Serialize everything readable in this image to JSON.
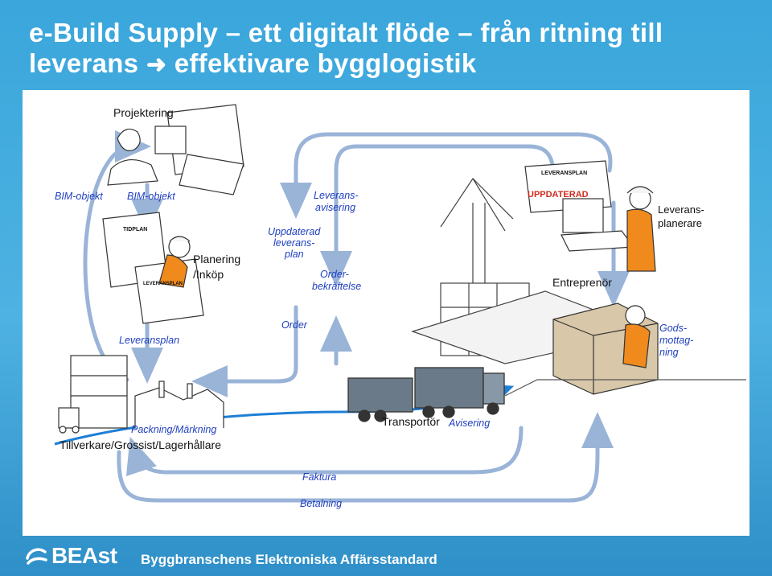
{
  "slide": {
    "title_line1": "e-Build Supply – ett digitalt flöde – från ritning till",
    "title_line2_a": "leverans",
    "title_line2_b": "effektivare bygglogistik",
    "title_arrow_icon": "right-arrow-icon"
  },
  "diagram": {
    "roles": {
      "projektering": "Projektering",
      "planering": "Planering\n/Inköp",
      "planering_1": "Planering",
      "planering_2": "/Inköp",
      "entreprenor": "Entreprenör",
      "leveransplanerare_1": "Leverans-",
      "leveransplanerare_2": "planerare",
      "tillverkare": "Tillverkare/Grossist/Lagerhållare",
      "transportor": "Transportör"
    },
    "flows": {
      "bim_objekt_1": "BIM-objekt",
      "bim_objekt_2": "BIM-objekt",
      "leveransplan": "Leveransplan",
      "leveransavisering_1": "Leverans-",
      "leveransavisering_2": "avisering",
      "uppdaterad_1": "Uppdaterad",
      "uppdaterad_2": "leverans-",
      "uppdaterad_3": "plan",
      "orderbekraftelse_1": "Order-",
      "orderbekraftelse_2": "bekräftelse",
      "order": "Order",
      "packning": "Packning/Märkning",
      "avisering": "Avisering",
      "godsmottagning_1": "Gods-",
      "godsmottagning_2": "mottag-",
      "godsmottagning_3": "ning",
      "faktura": "Faktura",
      "betalning": "Betalning"
    },
    "documents": {
      "tidplan": "TIDPLAN",
      "leveransplan_doc": "LEVERANSPLAN",
      "leveransplan_doc2": "LEVERANSPLAN",
      "uppdaterad_stamp": "UPPDATERAD"
    },
    "colors": {
      "flow_arrow": "#9ab4d8",
      "label_blue": "#1f3fbf",
      "stamp_red": "#d22a1e",
      "transport_arrow": "#1e7fd6",
      "worker_orange": "#f08a1c"
    }
  },
  "footer": {
    "logo": "BEAst",
    "logo_icon": "beast-swirl-icon",
    "org": "Byggbranschens Elektroniska Affärsstandard"
  }
}
